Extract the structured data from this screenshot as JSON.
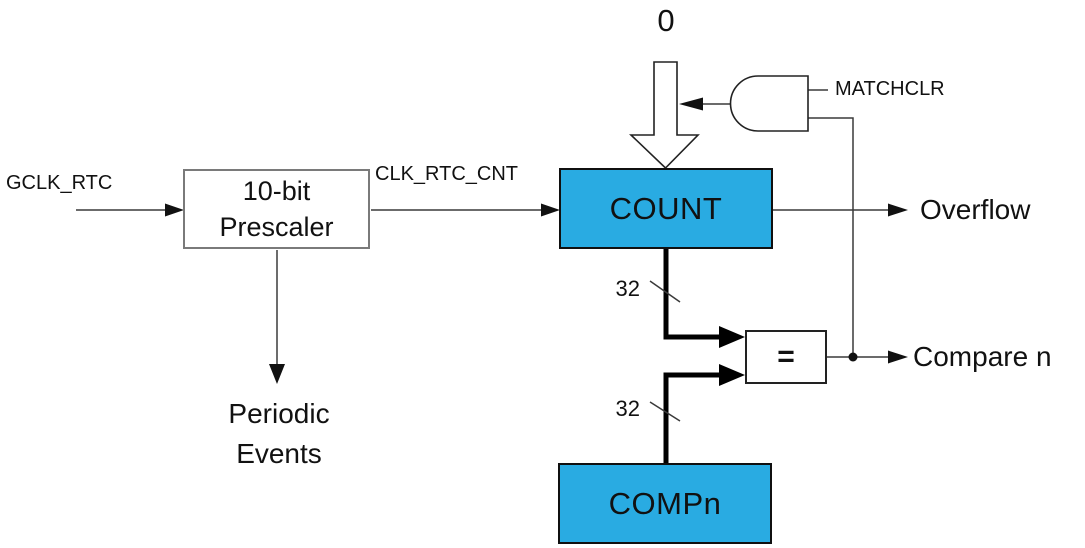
{
  "colors": {
    "register-fill": "#29ABE2",
    "line": "#3a3a3a"
  },
  "labels": {
    "zero": "0",
    "matchclr": "MATCHCLR",
    "gclk_rtc": "GCLK_RTC",
    "clk_rtc_cnt": "CLK_RTC_CNT",
    "overflow": "Overflow",
    "compare_n": "Compare n",
    "periodic_line1": "Periodic",
    "periodic_line2": "Events",
    "bus_width_top": "32",
    "bus_width_bottom": "32"
  },
  "blocks": {
    "prescaler_line1": "10-bit",
    "prescaler_line2": "Prescaler",
    "count": "COUNT",
    "comparator": "=",
    "compn": "COMPn"
  }
}
